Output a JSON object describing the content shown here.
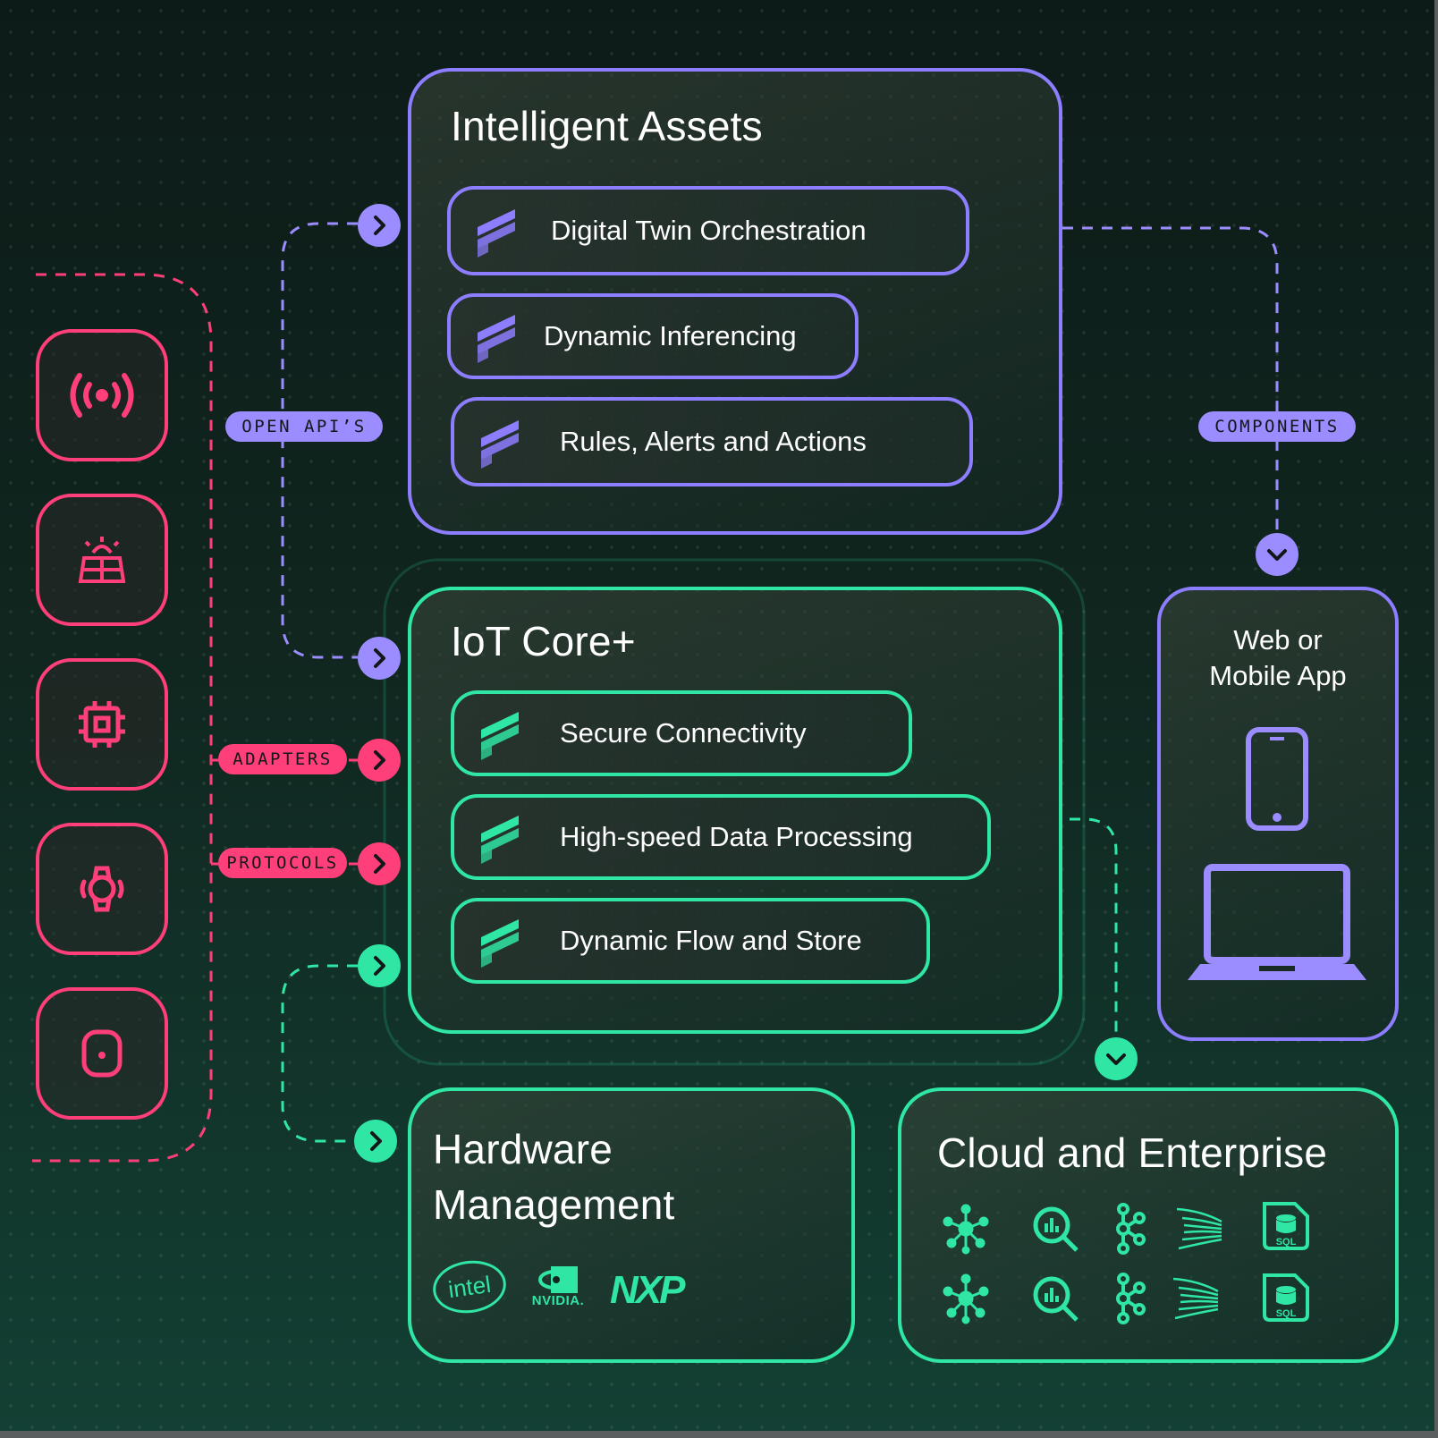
{
  "intelligent_assets": {
    "title": "Intelligent Assets",
    "items": [
      "Digital Twin Orchestration",
      "Dynamic Inferencing",
      "Rules, Alerts and Actions"
    ]
  },
  "iot_core": {
    "title": "IoT Core+",
    "items": [
      "Secure Connectivity",
      "High-speed Data Processing",
      "Dynamic Flow and Store"
    ]
  },
  "hardware": {
    "title_line1": "Hardware",
    "title_line2": "Management",
    "logos": [
      "intel",
      "NVIDIA.",
      "NXP"
    ]
  },
  "cloud": {
    "title": "Cloud and Enterprise",
    "icons": [
      "cluster-icon",
      "analytics-search-icon",
      "kafka-icon",
      "stream-icon",
      "sql-database-icon"
    ]
  },
  "app": {
    "title_line1": "Web or",
    "title_line2": "Mobile App"
  },
  "tags": {
    "open_apis": "OPEN API’S",
    "components": "COMPONENTS",
    "adapters": "ADAPTERS",
    "protocols": "PROTOCOLS"
  },
  "devices": [
    "broadcast-icon",
    "solar-panel-icon",
    "chip-icon",
    "smartwatch-icon",
    "sensor-icon"
  ],
  "colors": {
    "purple": "#8d7dff",
    "green": "#2fe6a4",
    "pink": "#ff3f7a",
    "background": "#10261f"
  }
}
